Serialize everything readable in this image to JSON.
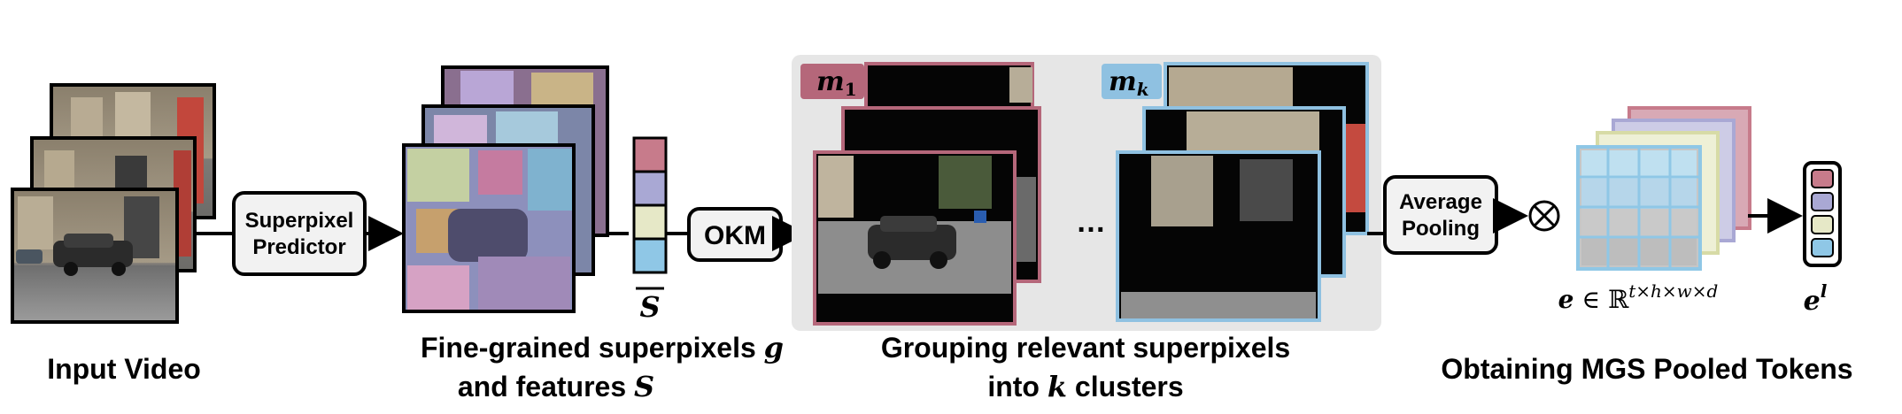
{
  "diagram": {
    "stages": {
      "input": {
        "caption": "Input Video"
      },
      "superpixel_predictor": {
        "label_line1": "Superpixel",
        "label_line2": "Predictor"
      },
      "fine_grained": {
        "caption_line1": "Fine-grained superpixels ",
        "caption_line1_var": "g",
        "caption_line2": "and features ",
        "caption_line2_var": "S"
      },
      "pooled_vector": {
        "label": "S"
      },
      "okm": {
        "label": "OKM"
      },
      "grouping": {
        "caption_line1": "Grouping relevant superpixels",
        "caption_line2_pre": "into ",
        "caption_line2_var": "k",
        "caption_line2_post": " clusters",
        "mask_first": {
          "base": "m",
          "sub": "1"
        },
        "mask_last": {
          "base": "m",
          "sub": "k"
        },
        "ellipsis": "…"
      },
      "average_pooling": {
        "label_line1": "Average",
        "label_line2": "Pooling"
      },
      "otimes": {
        "symbol": "⊗"
      },
      "tensor": {
        "var": "e",
        "in": " ∈ ℝ",
        "dims": "t×h×w×d"
      },
      "output": {
        "var": "e",
        "sup": "l"
      },
      "obtaining": {
        "caption": "Obtaining MGS Pooled Tokens"
      }
    },
    "colors": {
      "cluster_red": "#b5677a",
      "cluster_blue": "#8fc1e1",
      "panel_bg": "#e6e6e6",
      "vec_red": "#c77b8b",
      "vec_purple": "#a9a8d4",
      "vec_cream": "#e6e8c7",
      "vec_blue": "#8fc7e6"
    },
    "icons": [
      "video-frame-icon",
      "superpixel-frame-icon",
      "masked-frame-icon",
      "otimes-icon",
      "arrow-icon"
    ]
  }
}
